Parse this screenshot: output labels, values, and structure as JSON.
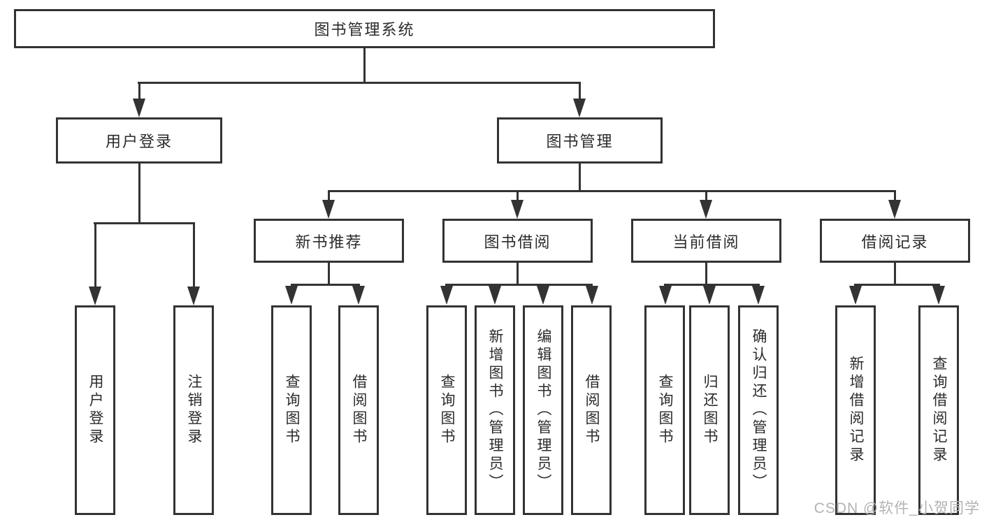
{
  "diagram": {
    "root": {
      "label": "图书管理系统"
    },
    "user_login": {
      "label": "用户登录",
      "children": [
        {
          "label": "用户登录"
        },
        {
          "label": "注销登录"
        }
      ]
    },
    "book_management": {
      "label": "图书管理",
      "groups": [
        {
          "label": "新书推荐",
          "children": [
            {
              "label": "查询图书"
            },
            {
              "label": "借阅图书"
            }
          ]
        },
        {
          "label": "图书借阅",
          "children": [
            {
              "label": "查询图书"
            },
            {
              "label": "新增图书（管理员）"
            },
            {
              "label": "编辑图书（管理员）"
            },
            {
              "label": "借阅图书"
            }
          ]
        },
        {
          "label": "当前借阅",
          "children": [
            {
              "label": "查询图书"
            },
            {
              "label": "归还图书"
            },
            {
              "label": "确认归还（管理员）"
            }
          ]
        },
        {
          "label": "借阅记录",
          "children": [
            {
              "label": "新增借阅记录"
            },
            {
              "label": "查询借阅记录"
            }
          ]
        }
      ]
    },
    "watermark": "CSDN @软件_小贺同学",
    "colors": {
      "line": "#333333",
      "text": "#2b2b2b",
      "background": "#ffffff",
      "watermark": "#b3b3b3"
    }
  }
}
